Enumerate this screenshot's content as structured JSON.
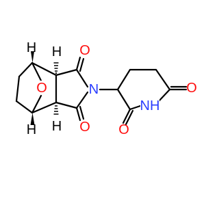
{
  "structure": {
    "atoms": [
      {
        "id": "h_top_left",
        "label": "H",
        "color": "#000000"
      },
      {
        "id": "h_top_right",
        "label": "H",
        "color": "#000000"
      },
      {
        "id": "h_bottom_left",
        "label": "H",
        "color": "#000000"
      },
      {
        "id": "h_bottom_right",
        "label": "H",
        "color": "#000000"
      },
      {
        "id": "o_bridge",
        "label": "O",
        "color": "#ff0d0d"
      },
      {
        "id": "o_imide_top",
        "label": "O",
        "color": "#ff0d0d"
      },
      {
        "id": "o_imide_bottom",
        "label": "O",
        "color": "#ff0d0d"
      },
      {
        "id": "n_imide",
        "label": "N",
        "color": "#2a3dff"
      },
      {
        "id": "o_glut_right",
        "label": "O",
        "color": "#ff0d0d"
      },
      {
        "id": "o_glut_bottom",
        "label": "O",
        "color": "#ff0d0d"
      },
      {
        "id": "nh_glut",
        "label": "NH",
        "color": "#2a3dff"
      }
    ]
  }
}
